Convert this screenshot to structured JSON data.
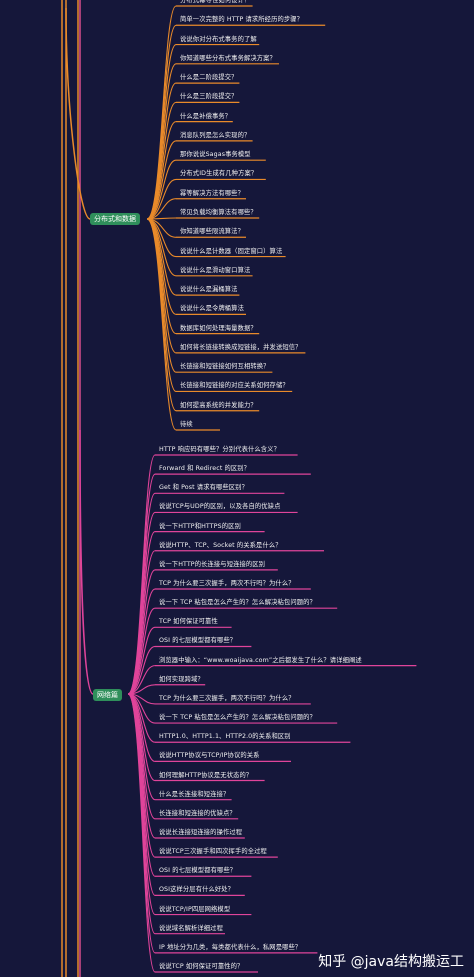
{
  "colors": {
    "background": "#15173a",
    "orange_branch": "#e98a2a",
    "pink_branch": "#e0449a",
    "trunk": "#e98a2a",
    "trunk2": "#d94f8c",
    "label_bg": "#2f8f5b"
  },
  "branches": [
    {
      "id": "distributed",
      "label": "分布式和数据",
      "color": "orange",
      "items": [
        "分布式幂等性如何设计？",
        "简单一次完整的 HTTP 请求所经历的步骤？",
        "说说你对分布式事务的了解",
        "你知道哪些分布式事务解决方案？",
        "什么是二阶段提交？",
        "什么是三阶段提交？",
        "什么是补偿事务？",
        "消息队列是怎么实现的？",
        "那你说说Sagas事务模型",
        "分布式ID生成有几种方案？",
        "幂等解决方法有哪些？",
        "常见负载均衡算法有哪些？",
        "你知道哪些限流算法？",
        "说说什么是计数器（固定窗口）算法",
        "说说什么是滑动窗口算法",
        "说说什么是漏桶算法",
        "说说什么是令牌桶算法",
        "数据库如何处理海量数据？",
        "如何将长链接转换成短链接，并发送短信？",
        "长链接和短链接如何互相转换？",
        "长链接和短链接的对应关系如何存储？",
        "如何提高系统的并发能力？",
        "待续"
      ]
    },
    {
      "id": "network",
      "label": "网络篇",
      "color": "pink",
      "items": [
        "HTTP 响应码有哪些？分别代表什么含义？",
        "Forward 和 Redirect 的区别？",
        "Get 和 Post 请求有哪些区别？",
        "说说TCP与UDP的区别，以及各自的优缺点",
        "说一下HTTP和HTTPS的区别",
        "说说HTTP、TCP、Socket 的关系是什么？",
        "说一下HTTP的长连接与短连接的区别",
        "TCP 为什么要三次握手，两次不行吗？为什么？",
        "说一下 TCP 粘包是怎么产生的？怎么解决粘包问题的？",
        "TCP 如何保证可靠性",
        "OSI 的七层模型都有哪些？",
        "浏览器中输入：“www.woaijava.com”之后都发生了什么？请详细阐述",
        "如何实现跨域？",
        "TCP 为什么要三次握手，两次不行吗？为什么？",
        "说一下 TCP 粘包是怎么产生的？怎么解决粘包问题的？",
        "HTTP1.0、HTTP1.1、HTTP2.0的关系和区别",
        "说说HTTP协议与TCP/IP协议的关系",
        "如何理解HTTP协议是无状态的？",
        "什么是长连接和短连接？",
        "长连接和短连接的优缺点？",
        "说说长连接短连接的操作过程",
        "说说TCP三次握手和四次挥手的全过程",
        "OSI 的七层模型都有哪些？",
        "OSI这样分层有什么好处？",
        "说说TCP/IP四层网络模型",
        "说说域名解析详细过程",
        "IP 地址分为几类，每类都代表什么，私网是哪些？",
        "说说TCP 如何保证可靠性的？"
      ]
    }
  ],
  "watermark": "知乎 @java结构搬运工"
}
